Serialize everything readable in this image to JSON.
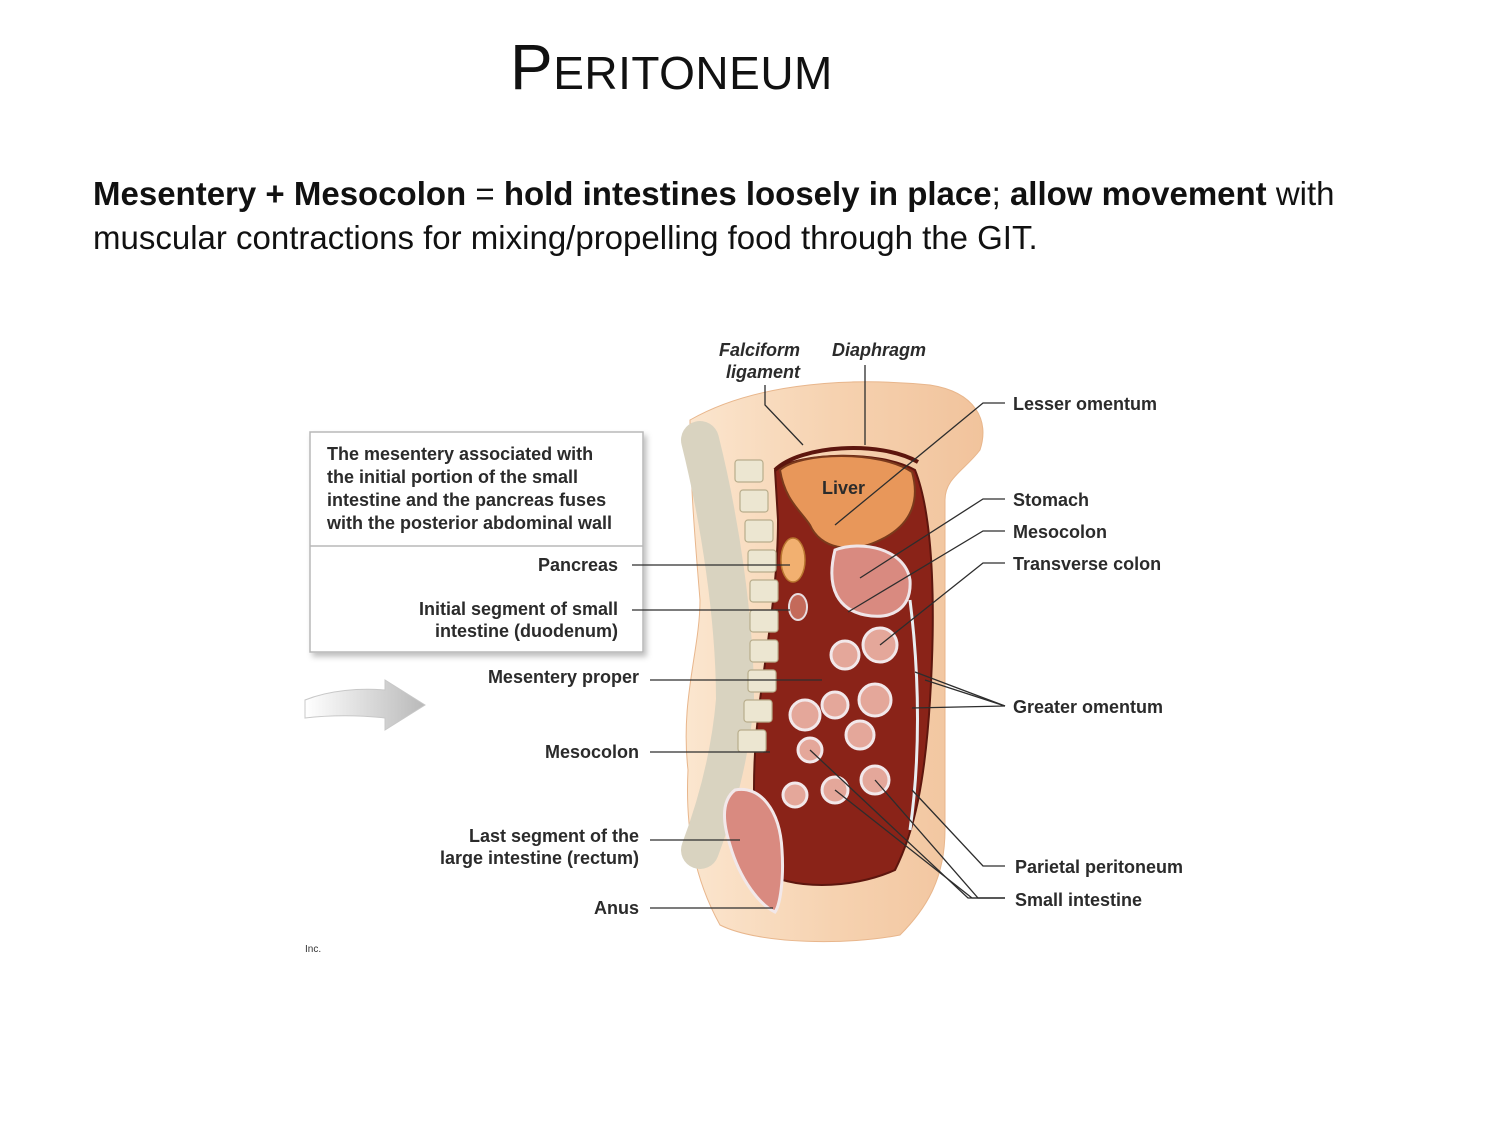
{
  "title": {
    "first": "P",
    "rest": "ERITONEUM"
  },
  "intro": {
    "t1": "Mesentery + Mesocolon",
    "t2": " = ",
    "t3": "hold intestines loosely in place",
    "t4": "; ",
    "t5": "allow movement",
    "t6": " with muscular contractions for mixing/propelling food through the GIT."
  },
  "diagram": {
    "callout": {
      "line1": "The mesentery associated with",
      "line2": "the initial portion of the small",
      "line3": "intestine and the pancreas fuses",
      "line4": "with the posterior abdominal wall"
    },
    "labels": {
      "falciform_1": "Falciform",
      "falciform_2": "ligament",
      "diaphragm": "Diaphragm",
      "liver": "Liver",
      "lesser_omentum": "Lesser omentum",
      "stomach": "Stomach",
      "mesocolon_right": "Mesocolon",
      "transverse_colon": "Transverse colon",
      "greater_omentum": "Greater omentum",
      "parietal_peritoneum": "Parietal peritoneum",
      "small_intestine": "Small intestine",
      "pancreas": "Pancreas",
      "initial_segment_1": "Initial segment of small",
      "initial_segment_2": "intestine (duodenum)",
      "mesentery_proper": "Mesentery proper",
      "mesocolon_left": "Mesocolon",
      "last_segment_1": "Last segment of the",
      "last_segment_2": "large intestine (rectum)",
      "anus": "Anus",
      "credit": "Inc."
    },
    "colors": {
      "skin": "#f7d8b8",
      "tissue": "#8a2318",
      "liver": "#e8975a",
      "membrane": "#d9e6ea",
      "bone": "#e9e3cf"
    }
  }
}
